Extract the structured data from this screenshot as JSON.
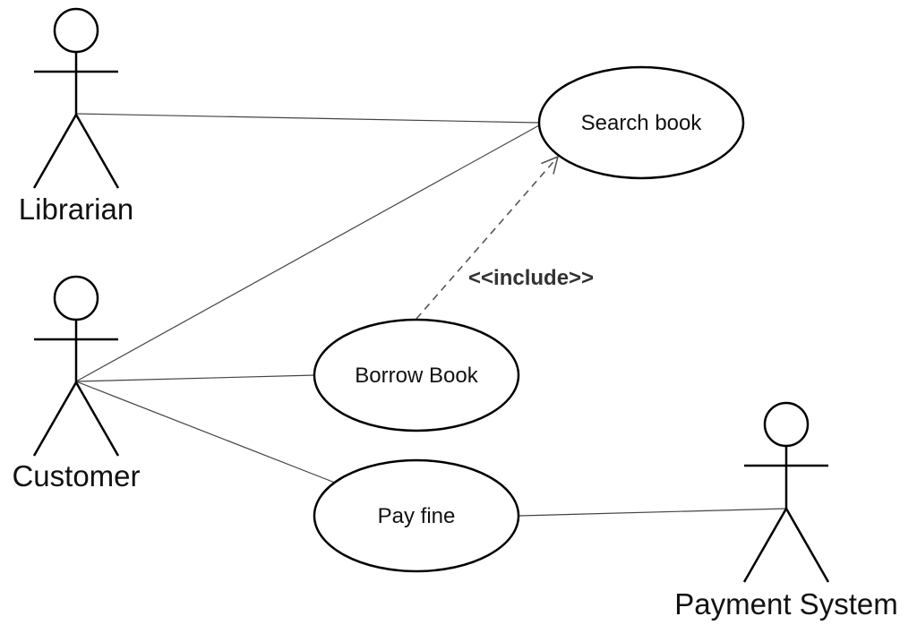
{
  "actors": {
    "librarian": "Librarian",
    "customer": "Customer",
    "payment_system": "Payment System"
  },
  "use_cases": {
    "search_book": "Search book",
    "borrow_book": "Borrow Book",
    "pay_fine": "Pay fine"
  },
  "relationships": {
    "include_label": "<<include>>"
  },
  "colors": {
    "line": "#000000",
    "association": "#444444",
    "include_line": "#555555"
  }
}
